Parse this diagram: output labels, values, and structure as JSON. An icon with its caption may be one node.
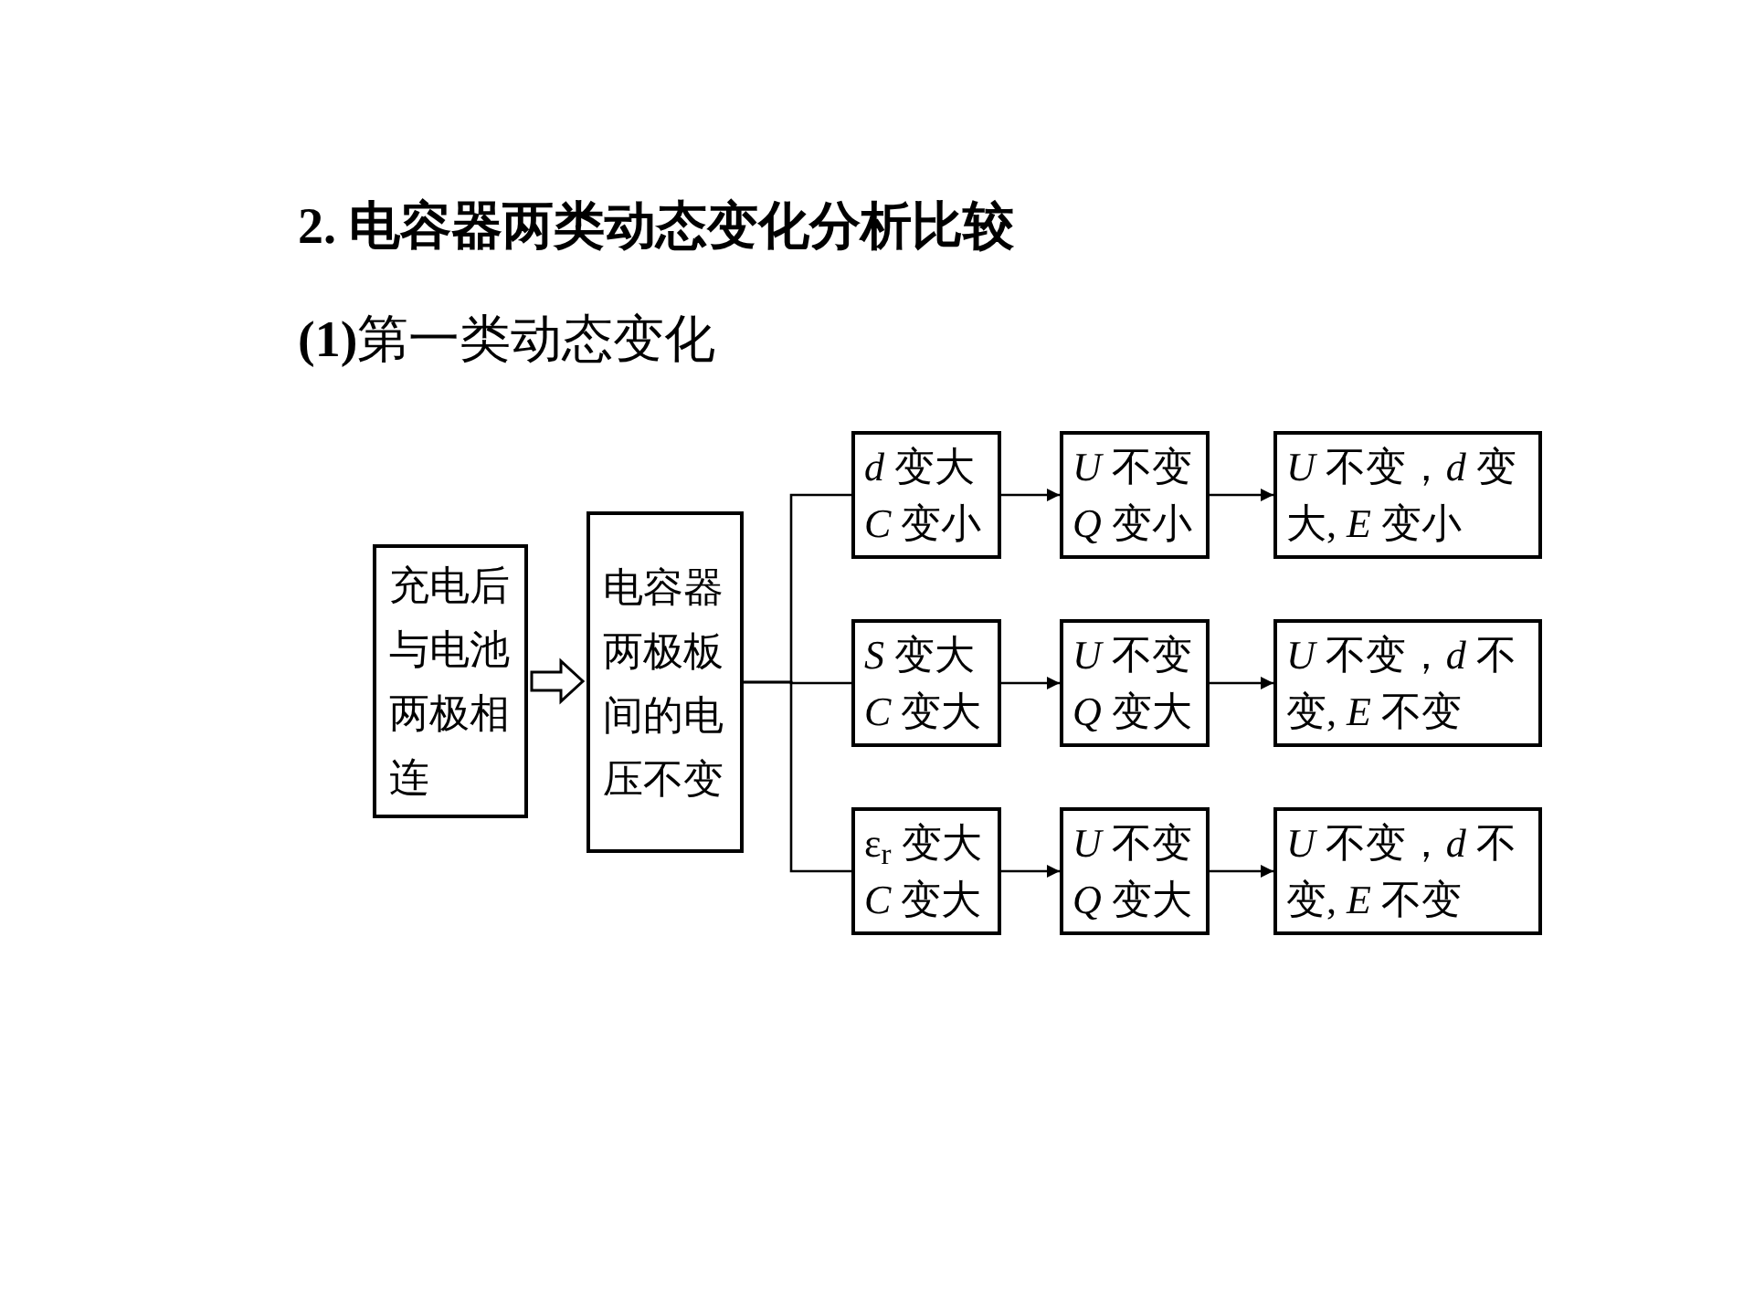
{
  "diagram": {
    "title": "2. 电容器两类动态变化分析比较",
    "nodes": [
      {
        "text": [
          "充电后与电池两极相连"
        ]
      },
      {
        "text": [
          "电容器两极板间的电压不变"
        ]
      },
      {
        "text": [
          "*d* 变大",
          "*C* 变小"
        ]
      },
      {
        "text": [
          "*U* 不变",
          "*Q* 变小"
        ]
      },
      {
        "text": [
          "*U* 不变，*d* 变大, *E* 变小"
        ]
      },
      {
        "text": [
          "*S* 变大",
          "*C* 变大"
        ]
      },
      {
        "text": [
          "*U* 不变",
          "*Q* 变大"
        ]
      },
      {
        "text": [
          "*U* 不变，*d* 不变, *E* 不变"
        ]
      },
      {
        "text": [
          "ε$_{r}$ 变大",
          "*C* 变大"
        ]
      },
      {
        "text": [
          "*U* 不变",
          "*Q* 变大"
        ]
      },
      {
        "text": [
          "*U* 不变，*d* 不变, *E* 不变"
        ]
      }
    ],
    "edges": [
      {
        "from": 0,
        "to": 1,
        "arrow": "to",
        "style": "thick"
      },
      {
        "from": 1,
        "to": 2,
        "arrow": "none"
      },
      {
        "from": 1,
        "to": 5,
        "arrow": "none"
      },
      {
        "from": 1,
        "to": 8,
        "arrow": "none"
      },
      {
        "from": 2,
        "to": 3,
        "arrow": "to"
      },
      {
        "from": 3,
        "to": 4,
        "arrow": "to"
      },
      {
        "from": 5,
        "to": 6,
        "arrow": "to"
      },
      {
        "from": 6,
        "to": 7,
        "arrow": "to"
      },
      {
        "from": 8,
        "to": 9,
        "arrow": "to"
      },
      {
        "from": 9,
        "to": 10,
        "arrow": "to"
      }
    ],
    "labels": [
      "**(1)**第一类动态变化"
    ]
  }
}
